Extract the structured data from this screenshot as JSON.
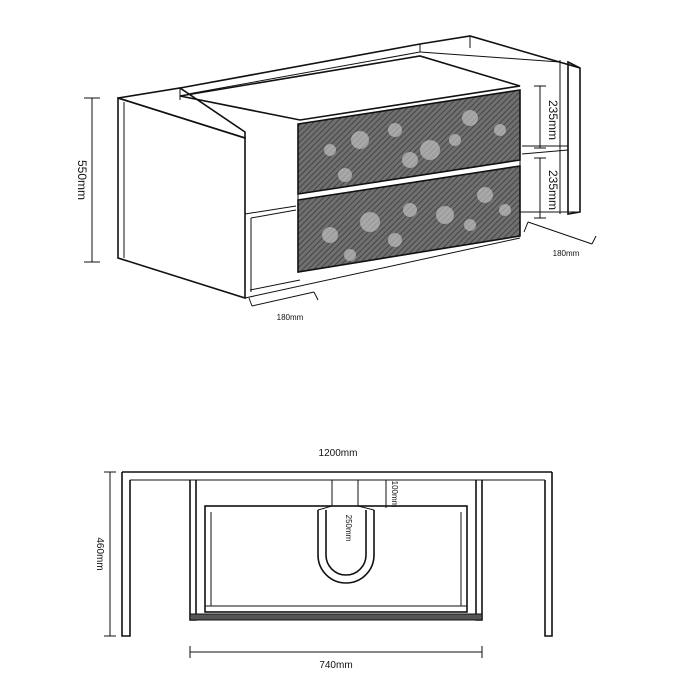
{
  "top_view": {
    "height_label": "550mm",
    "drawer_top_height_label": "235mm",
    "drawer_bottom_height_label": "235mm",
    "shelf_left_depth_label": "180mm",
    "shelf_right_depth_label": "180mm"
  },
  "front_view": {
    "width_label": "1200mm",
    "height_label": "460mm",
    "inner_width_label": "740mm",
    "cut_depth_label": "100mm",
    "trap_label": "250mm"
  },
  "colors": {
    "line": "#111111",
    "drawer_texture": "#6f6f6f",
    "drawer_speckle": "#d8d8d8"
  }
}
